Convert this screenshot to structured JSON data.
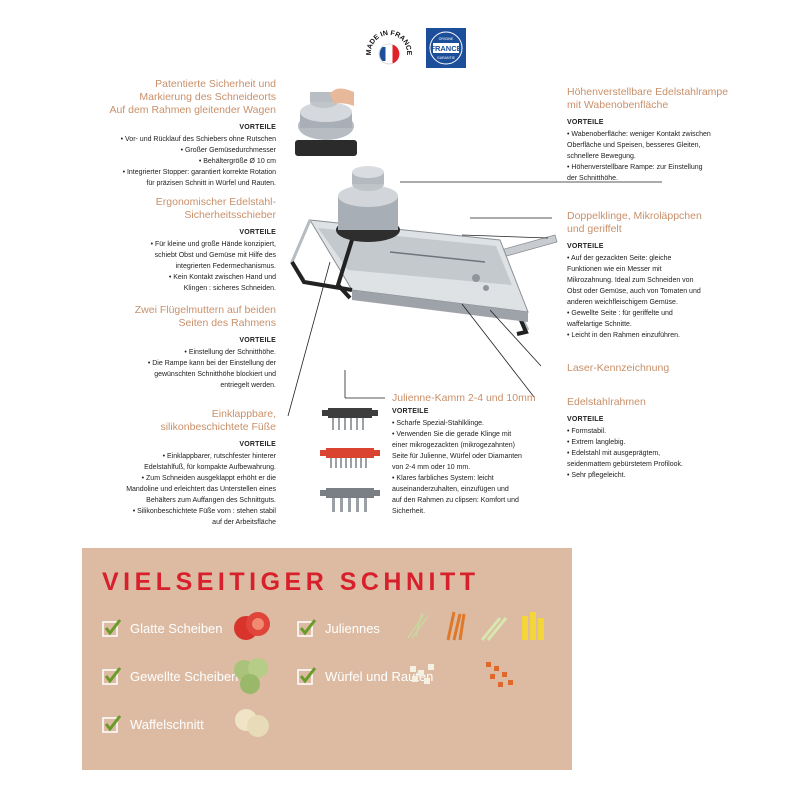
{
  "badges": {
    "made_in_france": "MADE IN FRANCE",
    "origine_france": "ORIGINE FRANCE GARANTIE"
  },
  "features": {
    "wagen": {
      "title_lines": [
        "Patentierte Sicherheit und",
        "Markierung des Schneideorts",
        "Auf dem Rahmen gleitender Wagen"
      ],
      "vorteile": "VORTEILE",
      "lines": [
        "• Vor- und Rücklauf des Schiebers ohne Rutschen",
        "• Großer Gemüsedurchmesser",
        "• Behältergröße Ø 10 cm",
        "• Integrierter Stopper: garantiert korrekte Rotation",
        "für präzisen Schnitt in Würfel und Rauten."
      ]
    },
    "schieber": {
      "title_lines": [
        "Ergonomischer Edelstahl-",
        "Sicherheitsschieber"
      ],
      "vorteile": "VORTEILE",
      "lines": [
        "• Für kleine und große Hände konzipiert,",
        "schiebt Obst und Gemüse mit Hilfe des",
        "integrierten Federmechanismus.",
        "• Kein Kontakt zwischen Hand und",
        "Klingen : sicheres Schneiden."
      ]
    },
    "fluegelmuttern": {
      "title_lines": [
        "Zwei Flügelmuttern auf beiden",
        "Seiten des Rahmens"
      ],
      "vorteile": "VORTEILE",
      "lines": [
        "• Einstellung der Schnitthöhe.",
        "• Die Rampe kann bei der Einstellung der",
        "gewünschten Schnitthöhe blockiert und",
        "entriegelt werden."
      ]
    },
    "fuesse": {
      "title_lines": [
        "Einklappbare,",
        "silikonbeschichtete Füße"
      ],
      "vorteile": "VORTEILE",
      "lines": [
        "• Einklappbarer, rutschfester hinterer",
        "Edelstahlfuß, für kompakte Aufbewahrung.",
        "• Zum Schneiden ausgeklappt erhöht er die",
        "Mandoline und erleichtert das Unterstellen eines",
        "Behälters zum Auffangen des Schnittguts.",
        "• Silikonbeschichtete Füße vorn : stehen stabil",
        "auf der Arbeitsfläche"
      ]
    },
    "rampe": {
      "title_lines": [
        "Höhenverstellbare Edelstahlrampe",
        "mit Wabenobenfläche"
      ],
      "vorteile": "VORTEILE",
      "lines": [
        "• Wabenoberfläche: weniger Kontakt zwischen",
        "Oberfläche und Speisen, besseres Gleiten,",
        "schnellere Bewegung.",
        "• Höhenverstellbare Rampe: zur Einstellung",
        "der Schnitthöhe."
      ]
    },
    "doppelklinge": {
      "title_lines": [
        "Doppelklinge, Mikroläppchen",
        "und geriffelt"
      ],
      "vorteile": "VORTEILE",
      "lines": [
        "• Auf der gezackten Seite: gleiche",
        "Funktionen wie ein Messer mit",
        "Mikrozahnung. Ideal zum Schneiden von",
        "Obst oder Gemüse, auch von Tomaten und",
        "anderen weichfleischigem Gemüse.",
        "• Gewellte Seite : für geriffelte und",
        "waffelartige Schnitte.",
        "• Leicht in den Rahmen einzuführen."
      ]
    },
    "laser": {
      "title_lines": [
        "Laser-Kennzeichnung"
      ]
    },
    "edelstahlrahmen": {
      "title_lines": [
        "Edelstahlrahmen"
      ],
      "vorteile": "VORTEILE",
      "lines": [
        "• Formstabil.",
        "• Extrem langlebig.",
        "• Edelstahl mit ausgeprägtem,",
        "seidenmattem gebürstetem Profilook.",
        "• Sehr pflegeleicht."
      ]
    },
    "julienne": {
      "title_lines": [
        "Julienne-Kamm 2-4 und 10mm"
      ],
      "vorteile": "VORTEILE",
      "lines": [
        "• Scharfe Spezial-Stahlklinge.",
        "• Verwenden Sie die gerade Klinge mit",
        "einer mikrogezackten (mikrogezahnten)",
        "Seite für Julienne, Würfel oder Diamanten",
        "von 2-4 mm oder 10 mm.",
        "• Klares farbliches System: leicht",
        "auseinanderzuhalten, einzufügen und",
        "auf den Rahmen zu clipsen: Komfort und",
        "Sicherheit."
      ]
    }
  },
  "panel": {
    "title": "VIELSEITIGER SCHNITT",
    "cuts": [
      "Glatte Scheiben",
      "Gewellte Scheiben",
      "Waffelschnitt",
      "Juliennes",
      "Würfel und Rauten"
    ]
  },
  "colors": {
    "accent_title": "#c9906a",
    "panel_bg": "#dcbba2",
    "panel_title": "#d8202c",
    "check_green": "#6a9a2a",
    "comb_red": "#d9432f",
    "comb_dark": "#3d3d3d",
    "comb_grey": "#7a7f86"
  },
  "icons": [
    "made-in-france-badge",
    "origine-france-badge",
    "check-icon",
    "tomato-slices-icon",
    "cucumber-slices-icon",
    "waffle-slices-icon",
    "julienne-icon",
    "diced-icon"
  ]
}
